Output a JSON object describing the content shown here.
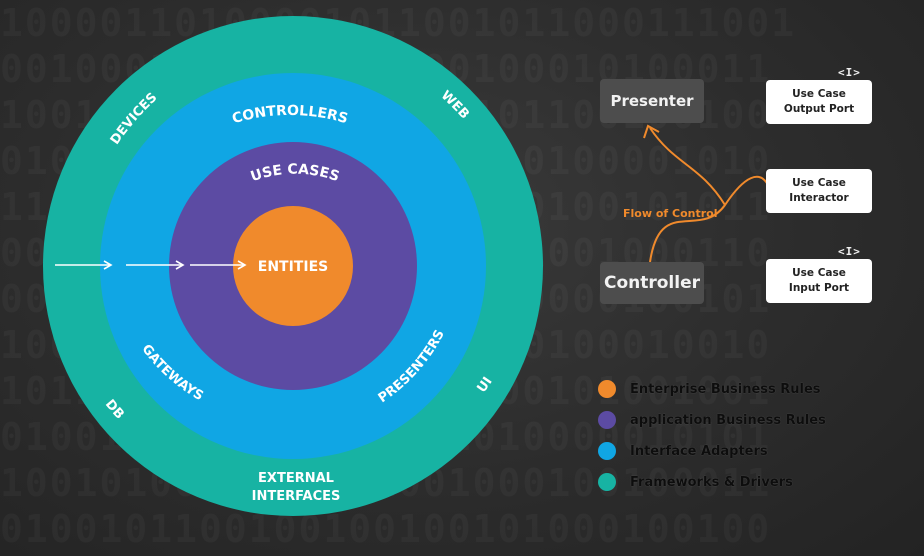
{
  "rings": {
    "outer": {
      "color": "#17b3a3",
      "labels": {
        "devices": "DEVICES",
        "web": "WEB",
        "db": "DB",
        "ui": "UI",
        "external_line1": "EXTERNAL",
        "external_line2": "INTERFACES"
      }
    },
    "adapters": {
      "color": "#10a6e4",
      "labels": {
        "controllers": "CONTROLLERS",
        "gateways": "GATEWAYS",
        "presenters": "PRESENTERS"
      }
    },
    "usecases": {
      "color": "#5c4ba3",
      "labels": {
        "use_cases": "USE CASES"
      }
    },
    "entities": {
      "color": "#f08a2c",
      "labels": {
        "entities": "ENTITIES"
      }
    }
  },
  "flow": {
    "presenter": "Presenter",
    "controller": "Controller",
    "output_port": {
      "line1": "Use Case",
      "line2": "Output Port",
      "tag": "<I>"
    },
    "interactor": {
      "line1": "Use Case",
      "line2": "Interactor"
    },
    "input_port": {
      "line1": "Use Case",
      "line2": "Input Port",
      "tag": "<I>"
    },
    "flow_label": "Flow of Control",
    "flow_color": "#f08a2c"
  },
  "legend": [
    {
      "label": "Enterprise Business Rules",
      "color": "#f08a2c"
    },
    {
      "label": "application Business Rules",
      "color": "#5c4ba3"
    },
    {
      "label": "Interface Adapters",
      "color": "#10a6e4"
    },
    {
      "label": "Frameworks & Drivers",
      "color": "#17b3a3"
    }
  ]
}
